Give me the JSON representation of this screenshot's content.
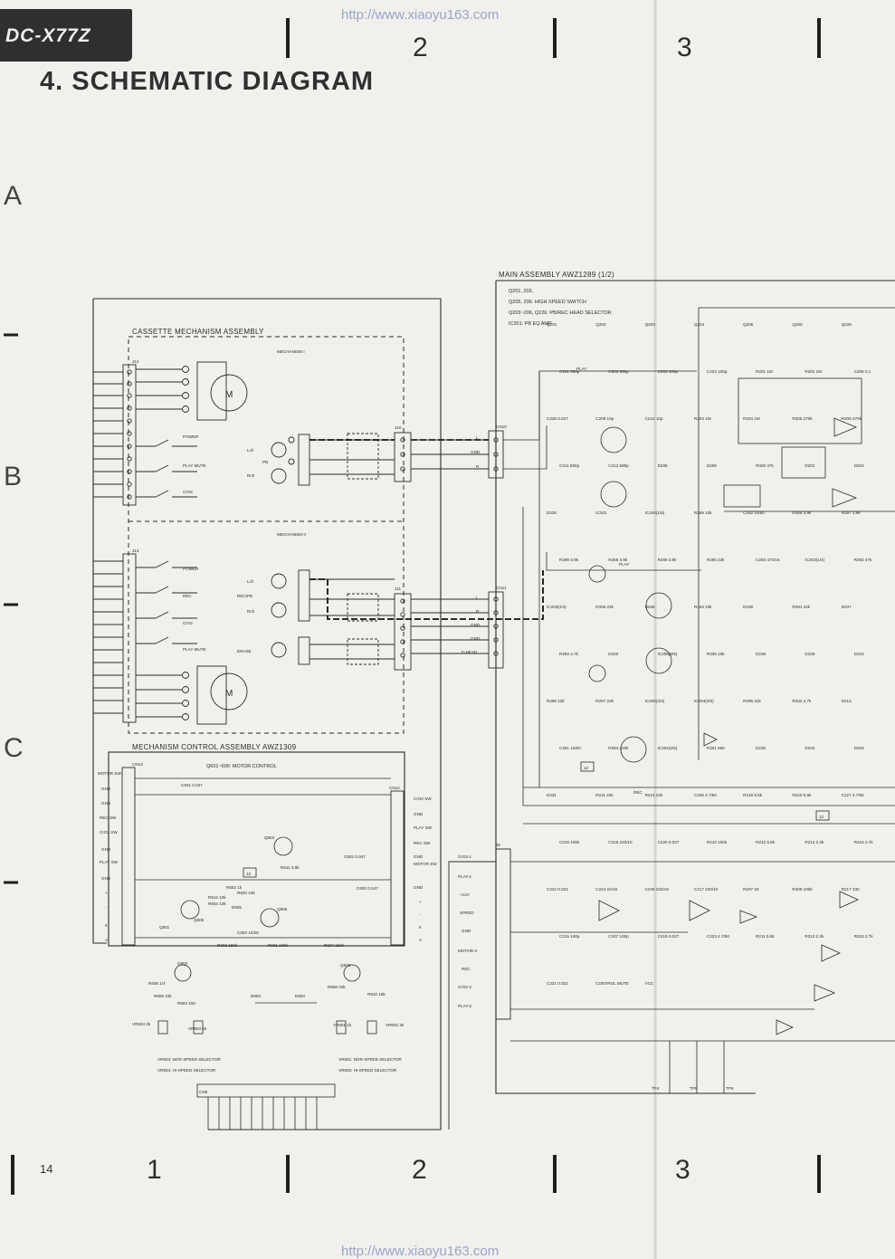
{
  "header": {
    "model": "DC-X77Z",
    "title": "4. SCHEMATIC DIAGRAM",
    "url": "http://www.xiaoyu163.com"
  },
  "grid": {
    "columns_top": [
      "2",
      "3"
    ],
    "columns_bottom": [
      "1",
      "2",
      "3"
    ],
    "rows": [
      "A",
      "B",
      "C"
    ],
    "page_number": "14"
  },
  "blocks": {
    "cassette": {
      "title": "CASSETTE MECHANISM ASSEMBLY",
      "mech1": "MECHANISM I",
      "mech2": "MECHANISM II"
    },
    "control": {
      "title": "MECHANISM CONTROL ASSEMBLY AWZ1309",
      "note": "Q601~606: MOTOR CONTROL"
    },
    "main": {
      "title": "MAIN ASSEMBLY AWZ1289 (1/2)",
      "notes": [
        "Q201, 202,",
        "Q205, 206: HIGH SPEED SWITCH",
        "Q203~206, Q226: PB/REC HEAD SELECTOR",
        "IC201: PB EQ AMP"
      ]
    }
  },
  "connectors": {
    "j12": "J12",
    "j13": "J13",
    "j10": "J10",
    "j11": "J11",
    "cn10": "CN10",
    "cn11": "CN11",
    "cn13": "CN13",
    "cn12": "CN12",
    "cn8": "CN8",
    "j8": "J8"
  },
  "mech1_labels": [
    "POWER",
    "PLAY MUTE",
    "CrO2"
  ],
  "mech2_labels": [
    "POWER",
    "REC",
    "CrO2",
    "PLAY MUTE"
  ],
  "head_labels": {
    "lch": "Lch",
    "pb": "PB",
    "rch": "Rch",
    "lch2": "Lch",
    "recpb": "REC/PB",
    "rch2": "Rch",
    "erase": "ERASE"
  },
  "motor": "M",
  "cn10_pins": [
    "L",
    "GND",
    "R"
  ],
  "cn11_pins": [
    "L",
    "R",
    "GND",
    "GND",
    "E-HEAD"
  ],
  "cn13_pins": [
    "MOTOR SW",
    "GND",
    "GND",
    "REC SW",
    "CrO2 SW",
    "GND",
    "PLAY SW",
    "GND",
    "+",
    "-",
    "6",
    "A"
  ],
  "cn12_pins": [
    "CrO2 SW",
    "GND",
    "PLAY SW",
    "REC SW",
    "GND",
    "MOTOR SW",
    "GND",
    "+",
    "-",
    "6",
    "A"
  ],
  "j8_pins": [
    "CrO2-1",
    "PLAY-1",
    "+12V",
    "SPEED",
    "GND",
    "MOTOR-2",
    "REC",
    "CrO2-2",
    "PLAY-2"
  ],
  "signals": {
    "play": "PLAY",
    "play2": "PLAY",
    "rec": "REC"
  },
  "components_main": [
    "Q201",
    "Q202",
    "Q203",
    "Q204",
    "Q205",
    "Q206",
    "Q226",
    "C201 560p",
    "C202 560p",
    "C203 100p",
    "C204 100p",
    "R201 1M",
    "R202 1M",
    "C205 0.1",
    "C228 0.047",
    "C209 10p",
    "C210 10p",
    "R203 1M",
    "R204 1M",
    "R205 270k",
    "R206 270k",
    "C211 680p",
    "C212 680p",
    "D205",
    "D206",
    "R300 47k",
    "D202",
    "D204",
    "D226",
    "IC201",
    "IC204(1/6)",
    "R299 10k",
    "C252 10/50",
    "R266 3.9k",
    "R297 3.9k",
    "R298 3.9k",
    "R265 3.9k",
    "R269 3.9k",
    "R290 22k",
    "C250 470/16",
    "IC203(1/4)",
    "R292 47k",
    "IC203(2/4)",
    "R336 22k",
    "D255",
    "R334 10k",
    "D236",
    "R291 22k",
    "D237",
    "R293 4.7k",
    "D240",
    "IC205(6/6)",
    "R335 10k",
    "D238",
    "D239",
    "D215",
    "R296 22k",
    "R297 22k",
    "IC203(3/4)",
    "IC204(3/6)",
    "R295 22k",
    "R332 4.7k",
    "D214",
    "C261 10/50",
    "R294 220k",
    "IC204(2/6)",
    "R301 560",
    "D230",
    "D232",
    "D229",
    "D231",
    "R211 22k",
    "R221 22k",
    "C226 4.7/50",
    "R218 5.6k",
    "R220 5.6k",
    "C227 4.7/50",
    "C216 100k",
    "C215 220/10",
    "C220 0.027",
    "R210 100k",
    "R212 5.6k",
    "R214 2.2k",
    "R216 2.7k",
    "C222 0.022",
    "C224 22/16",
    "C225 220/16",
    "C217 220/10",
    "R207 33",
    "R209 100k",
    "R217 330",
    "C215 100p",
    "C207 100p",
    "C219 0.027",
    "C223 4.7/50",
    "R211 5.6k",
    "R213 2.2k",
    "R215 2.7k",
    "C221 0.022",
    "CONTROL MUTE",
    "VCC"
  ],
  "components_control": [
    "C601 0.047",
    "Q604",
    "R611 3.9k",
    "C603 0.047",
    "C602 0.047",
    "Q601",
    "Q605",
    "R612 10k",
    "R604 10k",
    "R602 1k",
    "R620 10k",
    "D605",
    "Q606",
    "C604 10/25",
    "R601 100k",
    "R603 150k",
    "Q602",
    "R605 1/4",
    "R606 33k",
    "R604 150",
    "D603",
    "D604",
    "R607 150k",
    "Q603",
    "R608 33k",
    "R610 18k",
    "VR604 2k",
    "VR603 1k",
    "VR601 1k",
    "VR602 2k"
  ],
  "vr_notes": [
    "VR603: NOR-SPEED SELECTOR",
    "VR604: HI-SPEED SELECTOR",
    "VR601: NOR-SPEED SELECTOR",
    "VR602: HI-SPEED SELECTOR"
  ],
  "test_points": [
    "TP4",
    "TP5",
    "TP6"
  ],
  "ref_boxes": [
    "12",
    "12",
    "12"
  ]
}
